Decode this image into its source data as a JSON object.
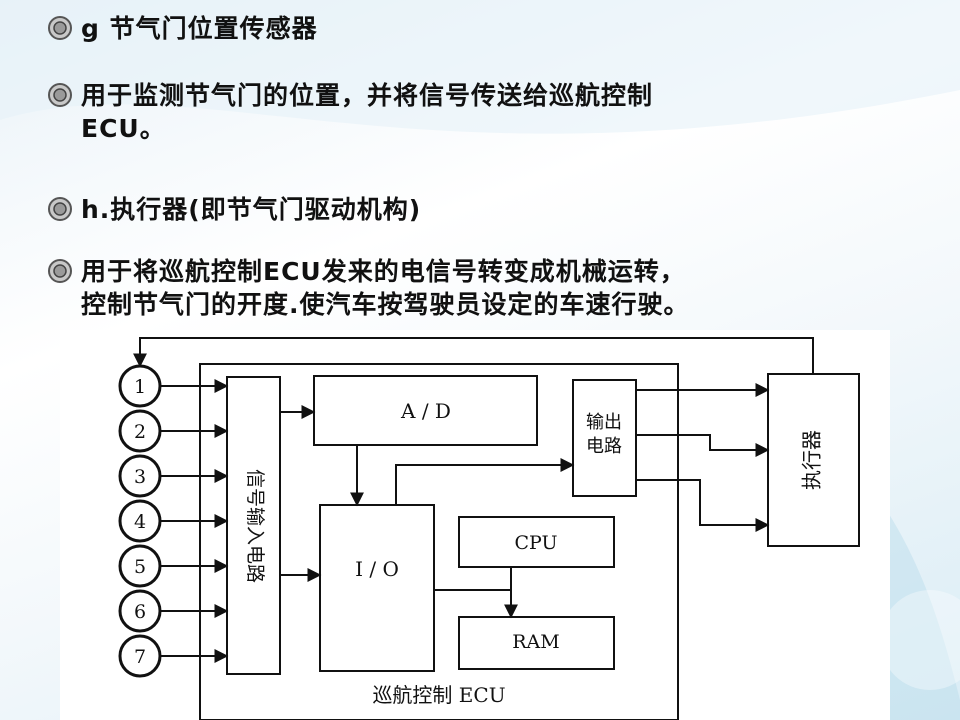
{
  "slide": {
    "bullets": [
      {
        "line1": "g 节气门位置传感器"
      },
      {
        "line1": "用于监测节气门的位置，并将信号传送给巡航控制",
        "line2": "ECU。"
      },
      {
        "line1": "h.执行器(即节气门驱动机构)"
      },
      {
        "line1": "用于将巡航控制ECU发来的电信号转变成机械运转，",
        "line2": "控制节气门的开度.使汽车按驾驶员设定的车速行驶。"
      }
    ]
  },
  "diagram": {
    "inputs": [
      "1",
      "2",
      "3",
      "4",
      "5",
      "6",
      "7"
    ],
    "signal_input_circuit": "信号输入电路",
    "ad": "A / D",
    "io": "I / O",
    "cpu": "CPU",
    "ram": "RAM",
    "output_circuit_line1": "输出",
    "output_circuit_line2": "电路",
    "actuator": "执行器",
    "ecu_label": "巡航控制 ECU"
  },
  "colors": {
    "text": "#111111",
    "line": "#111111",
    "bullet": "#8a8a8a"
  }
}
